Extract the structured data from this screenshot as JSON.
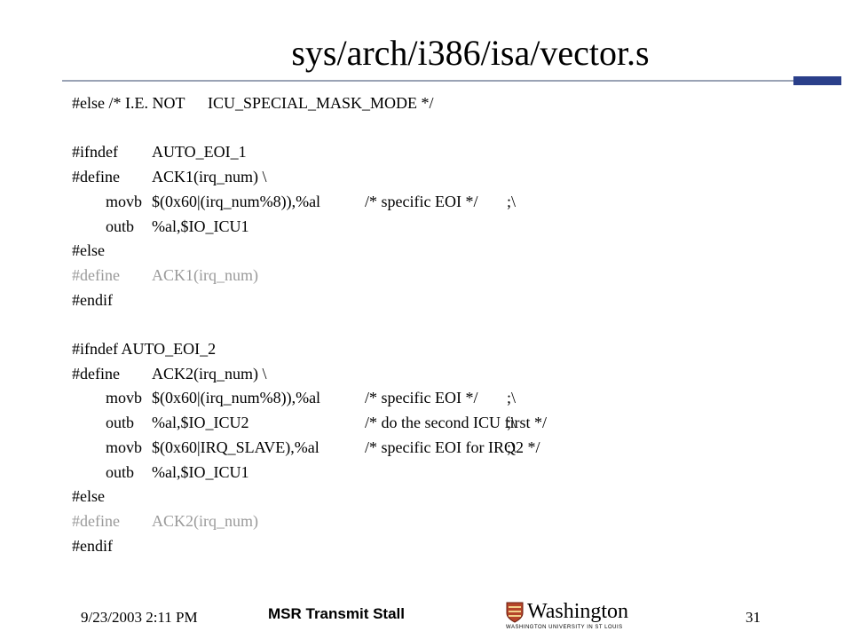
{
  "slide": {
    "title": "sys/arch/i386/isa/vector.s",
    "footer": {
      "date": "9/23/2003 2:11 PM",
      "center": "MSR Transmit Stall",
      "page": "31",
      "logo_name": "Washington",
      "logo_sub": "WASHINGTON UNIVERSITY IN ST LOUIS"
    },
    "lines": [
      {
        "parts": [
          "#else /* I.E. NOT",
          "ICU_SPECIAL_MASK_MODE */"
        ]
      },
      {
        "parts": []
      },
      {
        "parts": [
          "#ifndef",
          "AUTO_EOI_1"
        ]
      },
      {
        "parts": [
          "#define",
          "ACK1(irq_num) \\"
        ]
      },
      {
        "parts": [
          "movb",
          "$(0x60|(irq_num%8)),%al",
          "/* specific EOI */",
          ";\\"
        ]
      },
      {
        "parts": [
          "outb",
          "%al,$IO_ICU1"
        ]
      },
      {
        "parts": [
          "#else"
        ]
      },
      {
        "parts": [
          "#define",
          "ACK1(irq_num)"
        ],
        "color": "gray"
      },
      {
        "parts": [
          "#endif"
        ]
      },
      {
        "parts": []
      },
      {
        "parts": [
          "#ifndef AUTO_EOI_2"
        ]
      },
      {
        "parts": [
          "#define",
          "ACK2(irq_num) \\"
        ]
      },
      {
        "parts": [
          "movb",
          "$(0x60|(irq_num%8)),%al",
          "/* specific EOI */",
          ";\\"
        ]
      },
      {
        "parts": [
          "outb",
          "%al,$IO_ICU2",
          "/* do the second ICU first */",
          ";\\"
        ]
      },
      {
        "parts": [
          "movb",
          "$(0x60|IRQ_SLAVE),%al",
          "/* specific EOI for IRQ2 */",
          ";\\"
        ]
      },
      {
        "parts": [
          "outb",
          "%al,$IO_ICU1"
        ]
      },
      {
        "parts": [
          "#else"
        ]
      },
      {
        "parts": [
          "#define",
          "ACK2(irq_num)"
        ],
        "color": "gray"
      },
      {
        "parts": [
          "#endif"
        ]
      }
    ],
    "colors": {
      "rule_thick": "#2a3f8a",
      "rule_thin": "#9aa3b5",
      "gray_text": "#9a9a9a"
    }
  }
}
